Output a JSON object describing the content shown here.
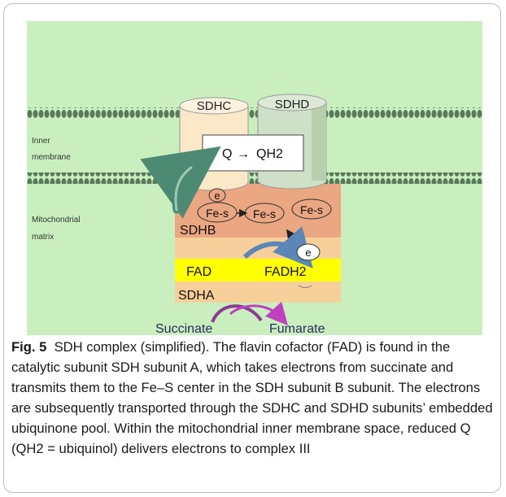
{
  "diagram": {
    "membrane_label_line1": "Inner",
    "membrane_label_line2": "membrane",
    "matrix_label_line1": "Mitochondrial",
    "matrix_label_line2": "matrix",
    "sdhc_label": "SDHC",
    "sdhd_label": "SDHD",
    "reaction_q": "Q",
    "reaction_arrow": "→",
    "reaction_qh2": "QH2",
    "electron_label": "e",
    "fes_label_1": "Fe-s",
    "fes_label_2": "Fe-s",
    "fes_label_3": "Fe-s",
    "sdhb_label": "SDHB",
    "electron_label_2": "e",
    "fad_label": "FAD",
    "fadh2_label": "FADH2",
    "sdha_label": "SDHA",
    "succinate_label": "Succinate",
    "fumarate_label": "Fumarate",
    "colors": {
      "background": "#c9efbf",
      "membrane_head": "#5a7a5c",
      "sdhc": "#fbe8c8",
      "sdhd": "#cfe0c8",
      "sdhb": "#eba682",
      "fad_band": "#ffff00",
      "sdha": "#f7cf9a",
      "arrow_green": "#4d8a74",
      "arrow_blue": "#5a86b8",
      "arrow_purple": "#8e3a8e",
      "arrow_magenta": "#c040c0"
    }
  },
  "caption": {
    "fig_number": "Fig. 5",
    "text": "SDH complex (simplified). The flavin cofactor (FAD) is found in the catalytic subunit SDH subunit A, which takes electrons from succinate and transmits them to the Fe–S center in the SDH subunit B subunit. The electrons are subsequently transported through the SDHC and SDHD subunits’ embedded ubiquinone pool. Within the mitochondrial inner membrane space, reduced Q (QH2 = ubiquinol) delivers electrons to complex III"
  }
}
